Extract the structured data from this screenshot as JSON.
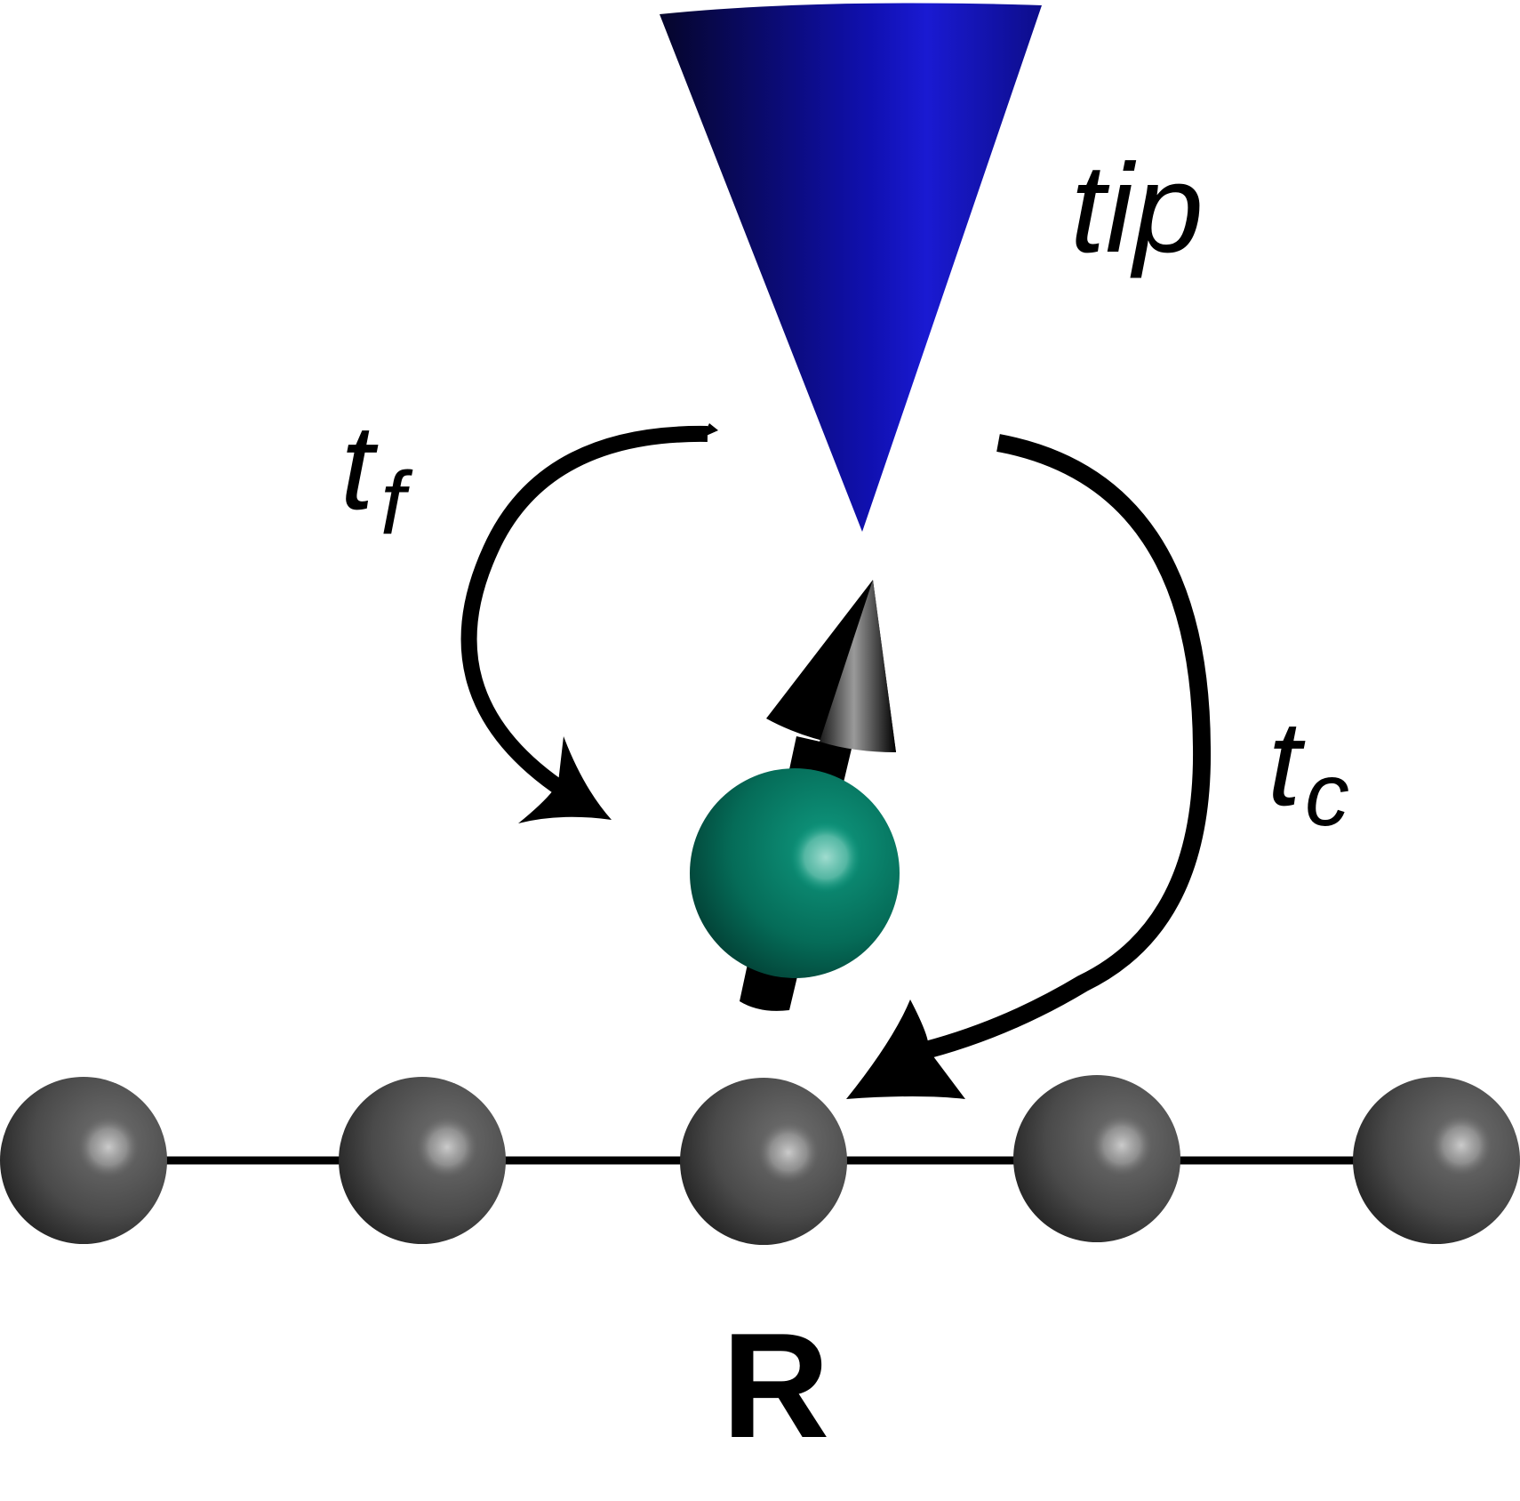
{
  "labels": {
    "tip": "tip",
    "t_f_main": "t",
    "t_f_sub": "f",
    "t_c_main": "t",
    "t_c_sub": "c",
    "site": "R"
  },
  "colors": {
    "tip_dark": "#05052a",
    "tip_bright": "#1a1ad2",
    "impurity_dark": "#024034",
    "impurity_bright": "#0a8a72",
    "lattice_dark": "#2a2a2a",
    "lattice_bright": "#6c6c6c",
    "ink": "#000000"
  },
  "lattice": {
    "atom_count": 5
  }
}
